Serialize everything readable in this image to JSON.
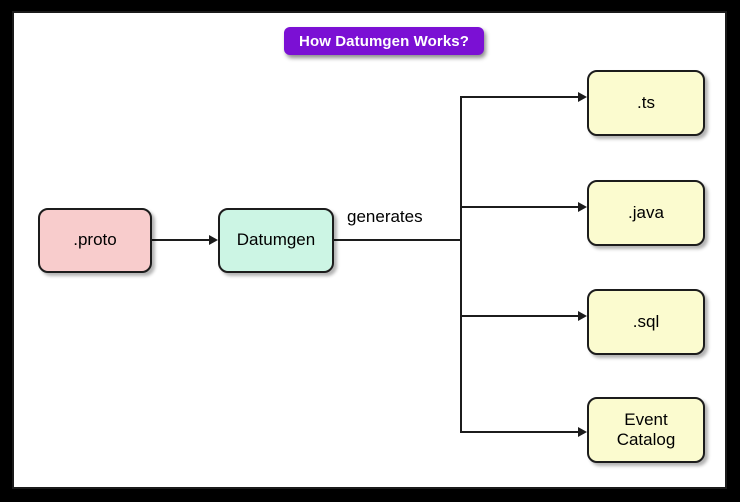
{
  "diagram": {
    "title": "How Datumgen Works?",
    "title_bg_color": "#7b10d4",
    "title_text_color": "#ffffff",
    "canvas_bg_color": "#ffffff",
    "frame_color": "#000000",
    "nodes": {
      "source": {
        "label": ".proto",
        "fill_color": "#f8cccc",
        "border_color": "#1c1c1c"
      },
      "processor": {
        "label": "Datumgen",
        "fill_color": "#ccf5e4",
        "border_color": "#1c1c1c"
      },
      "outputs": [
        {
          "label": ".ts",
          "fill_color": "#fbfbcf",
          "border_color": "#1c1c1c"
        },
        {
          "label": ".java",
          "fill_color": "#fbfbcf",
          "border_color": "#1c1c1c"
        },
        {
          "label": ".sql",
          "fill_color": "#fbfbcf",
          "border_color": "#1c1c1c"
        },
        {
          "label": "Event\nCatalog",
          "fill_color": "#fbfbcf",
          "border_color": "#1c1c1c"
        }
      ]
    },
    "edges": {
      "source_to_processor_label": "",
      "processor_to_outputs_label": "generates"
    }
  }
}
